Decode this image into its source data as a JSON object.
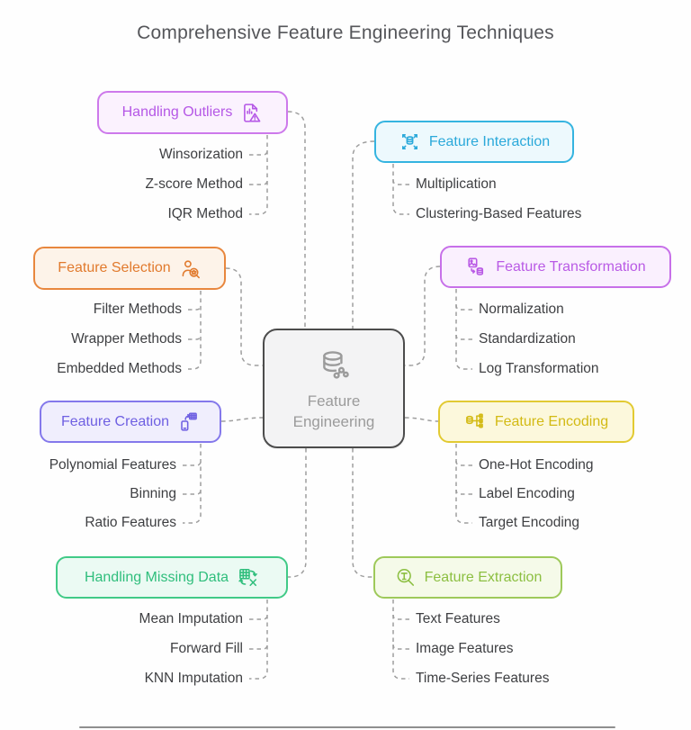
{
  "title": "Comprehensive Feature Engineering Techniques",
  "connector_color": "#9e9e9e",
  "center": {
    "label": "Feature Engineering",
    "icon": "database-network-icon",
    "colors": {
      "border": "#4c4c4c",
      "bg": "#f3f3f4",
      "text": "#9b9b9b"
    }
  },
  "branches": [
    {
      "id": "handling-outliers",
      "label": "Handling Outliers",
      "icon": "document-warning-icon",
      "side": "left",
      "colors": {
        "border": "#cd79eb",
        "bg": "#fbf2fe",
        "text": "#b557e6"
      },
      "items": [
        "Winsorization",
        "Z-score Method",
        "IQR Method"
      ]
    },
    {
      "id": "feature-interaction",
      "label": "Feature Interaction",
      "icon": "expand-database-icon",
      "side": "right",
      "colors": {
        "border": "#35b4e0",
        "bg": "#edf9fd",
        "text": "#2ba9da"
      },
      "items": [
        "Multiplication",
        "Clustering-Based Features"
      ]
    },
    {
      "id": "feature-selection",
      "label": "Feature Selection",
      "icon": "user-magnifier-icon",
      "side": "left",
      "colors": {
        "border": "#e8873e",
        "bg": "#fdf3e9",
        "text": "#e17a2d"
      },
      "items": [
        "Filter Methods",
        "Wrapper Methods",
        "Embedded Methods"
      ]
    },
    {
      "id": "feature-transformation",
      "label": "Feature Transformation",
      "icon": "image-to-database-icon",
      "side": "right",
      "colors": {
        "border": "#c770e9",
        "bg": "#faf0fe",
        "text": "#b95ae5"
      },
      "items": [
        "Normalization",
        "Standardization",
        "Log Transformation"
      ]
    },
    {
      "id": "feature-creation",
      "label": "Feature Creation",
      "icon": "phone-to-table-icon",
      "side": "left",
      "colors": {
        "border": "#8478eb",
        "bg": "#f0eefd",
        "text": "#6f60e2"
      },
      "items": [
        "Polynomial Features",
        "Binning",
        "Ratio Features"
      ]
    },
    {
      "id": "feature-encoding",
      "label": "Feature Encoding",
      "icon": "database-tree-icon",
      "side": "right",
      "colors": {
        "border": "#e2ca32",
        "bg": "#fcf8dc",
        "text": "#d3ba14"
      },
      "items": [
        "One-Hot Encoding",
        "Label Encoding",
        "Target Encoding"
      ]
    },
    {
      "id": "handling-missing-data",
      "label": "Handling Missing Data",
      "icon": "table-refresh-x-icon",
      "side": "left",
      "colors": {
        "border": "#41ca87",
        "bg": "#ebfaf3",
        "text": "#2fbe7c"
      },
      "items": [
        "Mean Imputation",
        "Forward Fill",
        "KNN Imputation"
      ]
    },
    {
      "id": "feature-extraction",
      "label": "Feature Extraction",
      "icon": "text-magnifier-icon",
      "side": "right",
      "colors": {
        "border": "#9ec95a",
        "bg": "#f5fae9",
        "text": "#8cbf41"
      },
      "items": [
        "Text Features",
        "Image Features",
        "Time-Series Features"
      ]
    }
  ]
}
